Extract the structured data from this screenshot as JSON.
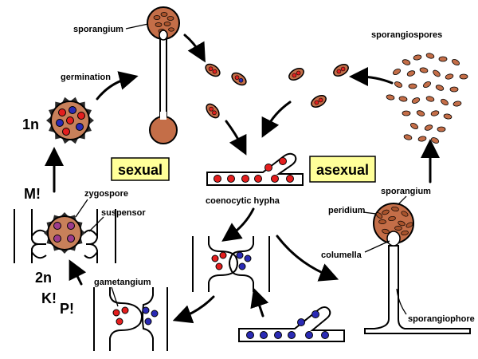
{
  "labels": {
    "sporangium_top": "sporangium",
    "germination": "germination",
    "sporangiospores": "sporangiospores",
    "one_n": "1n",
    "sexual": "sexual",
    "asexual": "asexual",
    "m": "M!",
    "zygospore": "zygospore",
    "suspensor": "suspensor",
    "coenocytic_hypha": "coenocytic hypha",
    "sporangium_right": "sporangium",
    "peridium": "peridium",
    "columella": "columella",
    "two_n": "2n",
    "k": "K!",
    "p": "P!",
    "gametangium": "gametangium",
    "sporangiophore": "sporangiophore"
  },
  "colors": {
    "spore_fill": "#c46e48",
    "spore_dark": "#a8532c",
    "nucleus_red": "#e41e1e",
    "nucleus_blue": "#2a2ab4",
    "nucleus_purple": "#9d3c8c",
    "box_fill": "#ffff99",
    "zygo_fill": "#c8805a"
  }
}
